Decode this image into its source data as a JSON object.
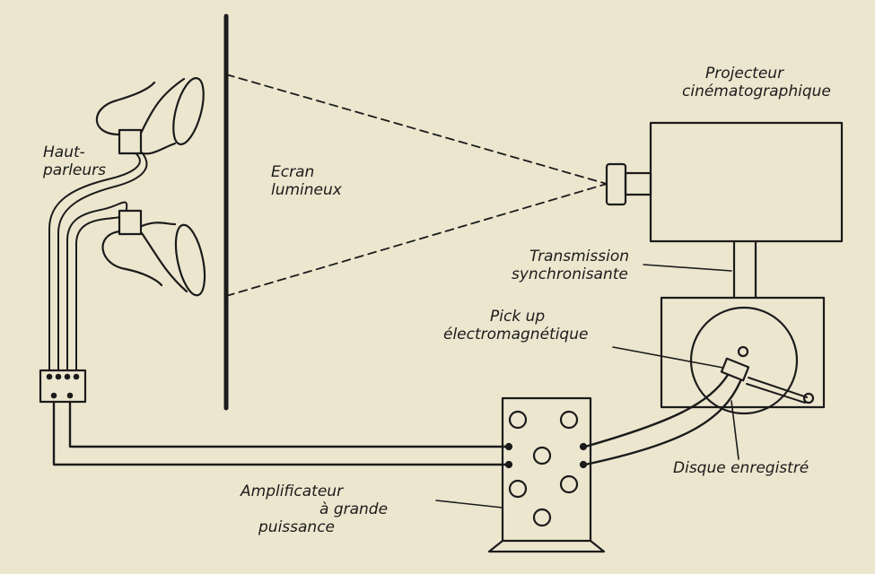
{
  "labels": {
    "haut_parleurs": [
      "Haut-",
      "parleurs"
    ],
    "ecran": [
      "Ecran",
      "lumineux"
    ],
    "projecteur": [
      "Projecteur",
      "cinématographique"
    ],
    "transmission": [
      "Transmission",
      "synchronisante"
    ],
    "pickup": [
      "Pick up",
      "électromagnétique"
    ],
    "disque": "Disque enregistré",
    "amplificateur": [
      "Amplificateur",
      "à grande",
      "puissance"
    ]
  },
  "colors": {
    "paper": "#ece6cf",
    "ink": "#1b1b1b"
  }
}
